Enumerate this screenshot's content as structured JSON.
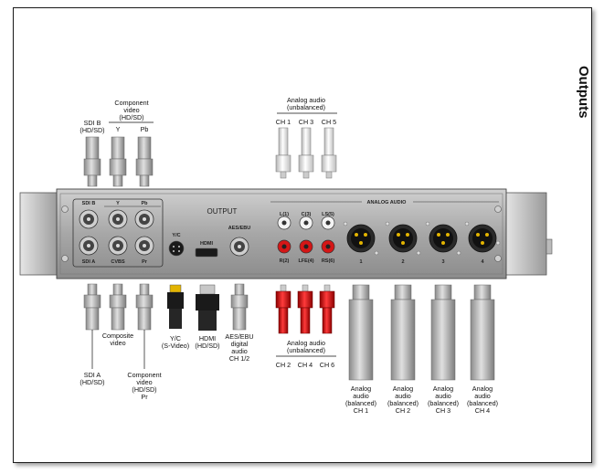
{
  "side_title": "Outputs",
  "panel": {
    "output_label": "OUTPUT",
    "analog_header": "ANALOG AUDIO",
    "sdi_b": "SDI B",
    "sdi_a": "SDI A",
    "y": "Y",
    "pb": "Pb",
    "pr": "Pr",
    "cvbs": "CVBS",
    "yc": "Y/C",
    "hdmi": "HDMI",
    "aes": "AES/EBU",
    "l1": "L(1)",
    "c3": "C(3)",
    "ls5": "LS(5)",
    "r2": "R(2)",
    "lfe4": "LFE(4)",
    "rs6": "RS(6)",
    "xlr1": "1",
    "xlr2": "2",
    "xlr3": "3",
    "xlr4": "4"
  },
  "top_labels": {
    "sdib_l1": "SDI B",
    "sdib_l2": "(HD/SD)",
    "comp_l1": "Component",
    "comp_l2": "video",
    "comp_l3": "(HD/SD)",
    "comp_y": "Y",
    "comp_pb": "Pb",
    "aa_l1": "Analog audio",
    "aa_l2": "(unbalanced)",
    "ch1": "CH 1",
    "ch3": "CH 3",
    "ch5": "CH 5"
  },
  "bottom_labels": {
    "sdia_l1": "SDI A",
    "sdia_l2": "(HD/SD)",
    "compv_l1": "Composite",
    "compv_l2": "video",
    "comppr_l1": "Component",
    "comppr_l2": "video",
    "comppr_l3": "(HD/SD)",
    "comppr_l4": "Pr",
    "yc_l1": "Y/C",
    "yc_l2": "(S-Video)",
    "hdmi_l1": "HDMI",
    "hdmi_l2": "(HD/SD)",
    "aes_l1": "AES/EBU",
    "aes_l2": "digital",
    "aes_l3": "audio",
    "aes_l4": "CH 1/2",
    "aa_l1": "Analog audio",
    "aa_l2": "(unbalanced)",
    "ch2": "CH 2",
    "ch4": "CH 4",
    "ch6": "CH 6",
    "bal_l1": "Analog",
    "bal_l2": "audio",
    "bal_l3": "(balanced)",
    "bal1": "CH 1",
    "bal2": "CH 2",
    "bal3": "CH 3",
    "bal4": "CH 4"
  },
  "colors": {
    "panel": "#a9a9a9",
    "plug": "#b8b8b8",
    "red": "#cc1111",
    "black": "#141414",
    "gold": "#e3b400"
  }
}
